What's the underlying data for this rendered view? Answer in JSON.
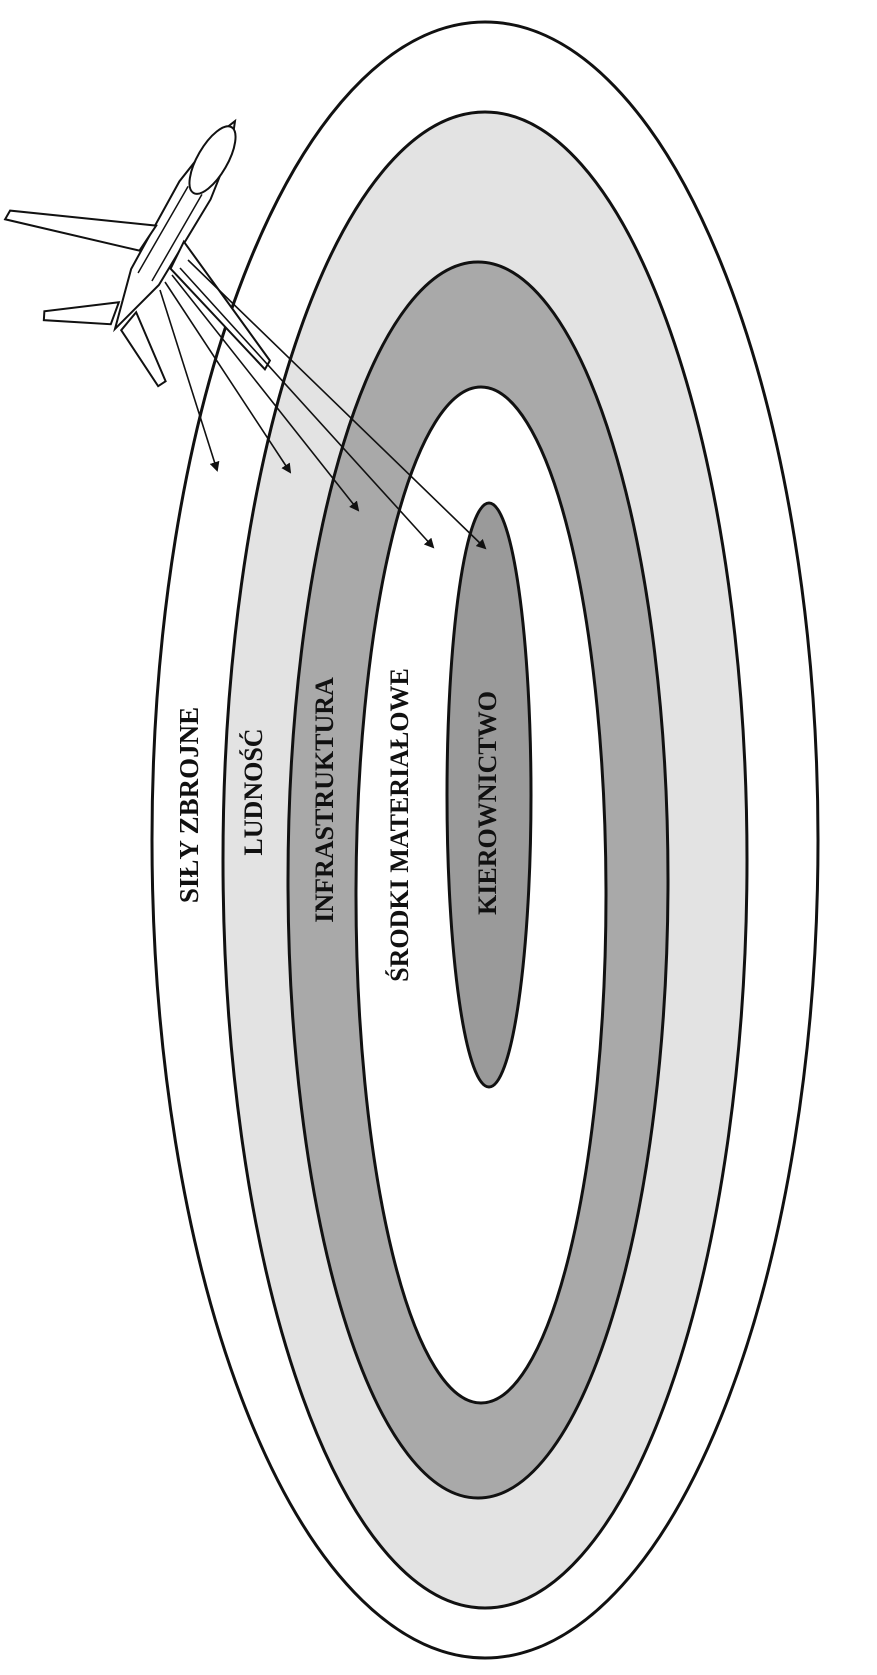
{
  "rings": [
    {
      "id": "outer",
      "label": "SIŁY ZBROJNE",
      "fill": "#ffffff"
    },
    {
      "id": "ring2",
      "label": "LUDNOŚĆ",
      "fill": "#e3e3e3"
    },
    {
      "id": "ring3",
      "label": "INFRASTRUKTURA",
      "fill": "#a9a9a9"
    },
    {
      "id": "ring4",
      "label": "ŚRODKI MATERIAŁOWE",
      "fill": "#ffffff"
    },
    {
      "id": "core",
      "label": "KIEROWNICTWO",
      "fill": "#9a9a9a"
    }
  ],
  "colors": {
    "stroke": "#111111",
    "text": "#111111",
    "background": "#ffffff"
  },
  "icons": {
    "aircraft": "fighter-jet-icon"
  },
  "arrows": {
    "count": 5
  }
}
